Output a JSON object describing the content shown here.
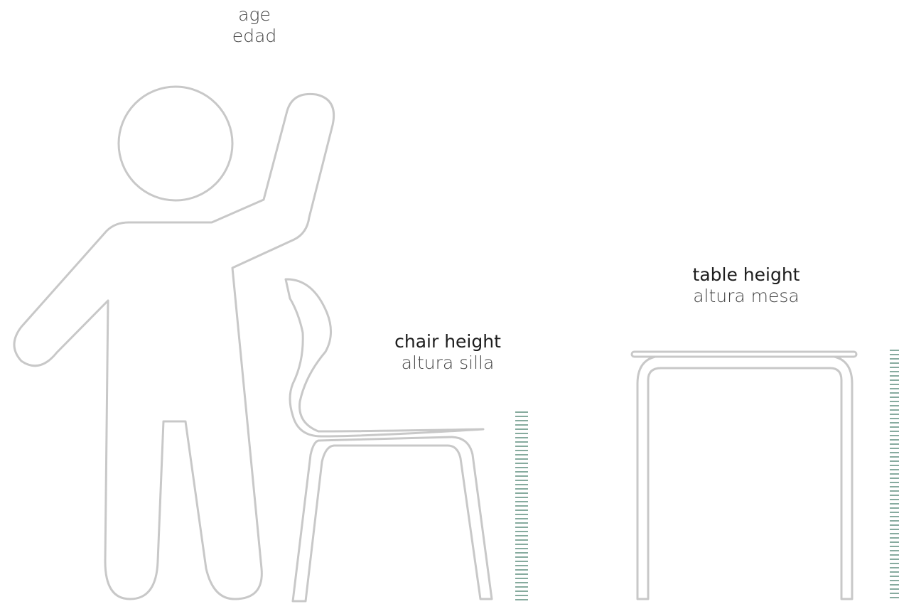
{
  "age": {
    "en": "age",
    "es": "edad"
  },
  "chair_height": {
    "en": "chair height",
    "es": "altura silla"
  },
  "table_height": {
    "en": "table height",
    "es": "altura mesa"
  },
  "colors": {
    "outline": "#c8c8c8",
    "ruler": "#5f8f7f"
  }
}
